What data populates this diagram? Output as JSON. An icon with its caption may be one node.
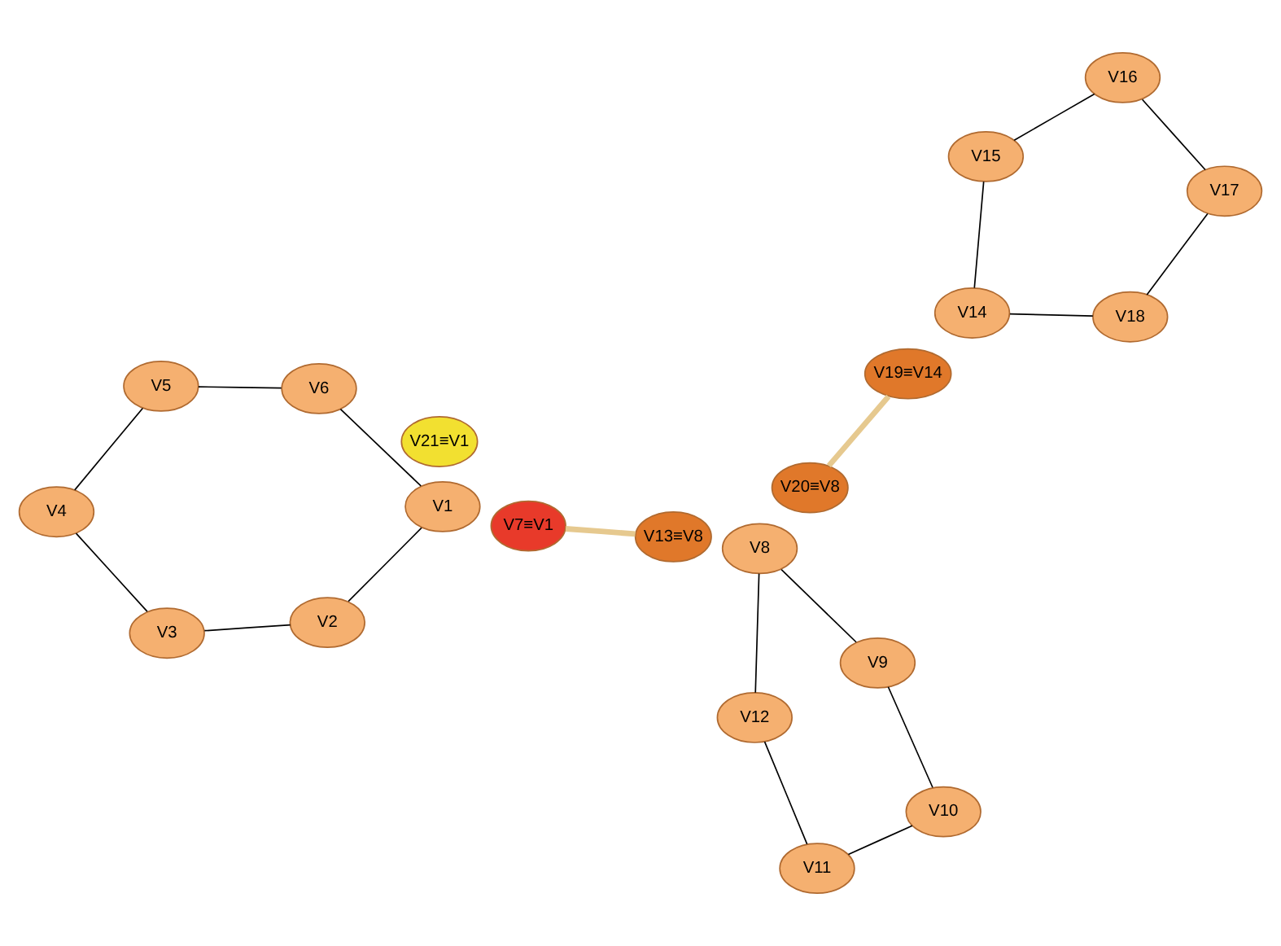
{
  "diagram": {
    "nodes": [
      {
        "text": [
          "V1"
        ]
      },
      {
        "text": [
          "V2"
        ]
      },
      {
        "text": [
          "V3"
        ]
      },
      {
        "text": [
          "V4"
        ]
      },
      {
        "text": [
          "V5"
        ]
      },
      {
        "text": [
          "V6"
        ]
      },
      {
        "text": [
          "V7≡V1"
        ]
      },
      {
        "text": [
          "V8"
        ]
      },
      {
        "text": [
          "V9"
        ]
      },
      {
        "text": [
          "V10"
        ]
      },
      {
        "text": [
          "V11"
        ]
      },
      {
        "text": [
          "V12"
        ]
      },
      {
        "text": [
          "V13≡V8"
        ]
      },
      {
        "text": [
          "V14"
        ]
      },
      {
        "text": [
          "V15"
        ]
      },
      {
        "text": [
          "V16"
        ]
      },
      {
        "text": [
          "V17"
        ]
      },
      {
        "text": [
          "V18"
        ]
      },
      {
        "text": [
          "V19≡V14"
        ]
      },
      {
        "text": [
          "V20≡V8"
        ]
      },
      {
        "text": [
          "V21≡V1"
        ]
      }
    ],
    "edges": [
      {
        "from": 0,
        "to": 1,
        "arrow": "none"
      },
      {
        "from": 1,
        "to": 2,
        "arrow": "none"
      },
      {
        "from": 2,
        "to": 3,
        "arrow": "none"
      },
      {
        "from": 3,
        "to": 4,
        "arrow": "none"
      },
      {
        "from": 4,
        "to": 5,
        "arrow": "none"
      },
      {
        "from": 5,
        "to": 0,
        "arrow": "none"
      },
      {
        "from": 7,
        "to": 8,
        "arrow": "none"
      },
      {
        "from": 8,
        "to": 9,
        "arrow": "none"
      },
      {
        "from": 9,
        "to": 10,
        "arrow": "none"
      },
      {
        "from": 10,
        "to": 11,
        "arrow": "none"
      },
      {
        "from": 11,
        "to": 7,
        "arrow": "none"
      },
      {
        "from": 13,
        "to": 14,
        "arrow": "none"
      },
      {
        "from": 14,
        "to": 15,
        "arrow": "none"
      },
      {
        "from": 15,
        "to": 16,
        "arrow": "none"
      },
      {
        "from": 16,
        "to": 17,
        "arrow": "none"
      },
      {
        "from": 17,
        "to": 13,
        "arrow": "none"
      },
      {
        "from": 12,
        "to": 6,
        "arrow": "none",
        "style": "thick",
        "color": "#e6c98f"
      },
      {
        "from": 19,
        "to": 18,
        "arrow": "none",
        "style": "thick",
        "color": "#e6c98f"
      }
    ]
  }
}
